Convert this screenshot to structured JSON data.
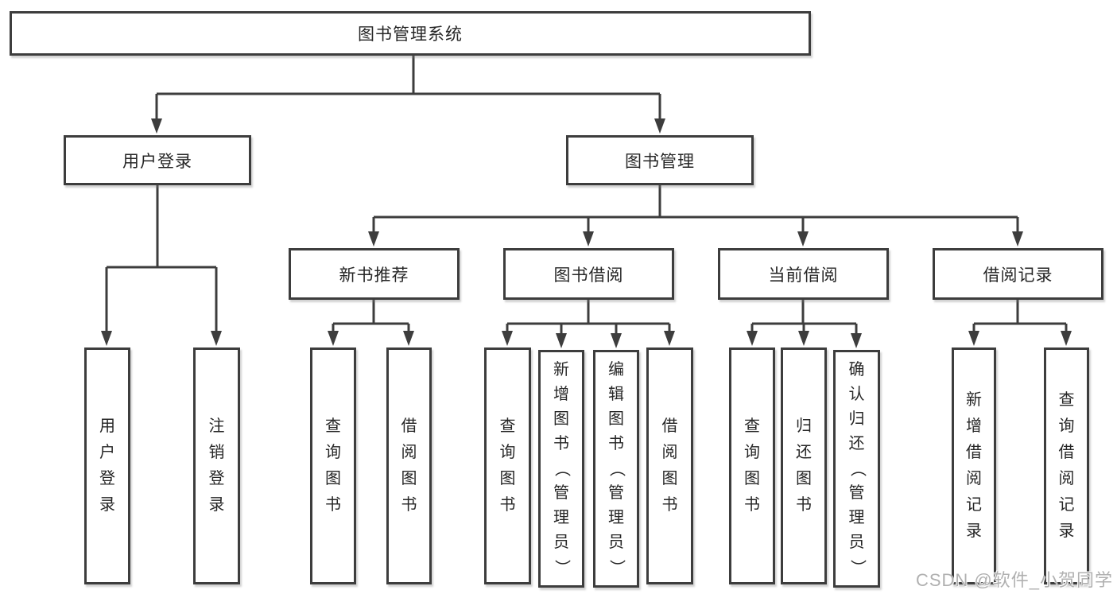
{
  "diagram": {
    "root": "图书管理系统",
    "branches": [
      {
        "label": "用户登录",
        "leaves": [
          "用户登录",
          "注销登录"
        ]
      },
      {
        "label": "图书管理",
        "groups": [
          {
            "label": "新书推荐",
            "leaves": [
              "查询图书",
              "借阅图书"
            ]
          },
          {
            "label": "图书借阅",
            "leaves": [
              "查询图书",
              "新增图书（管理员）",
              "编辑图书（管理员）",
              "借阅图书"
            ]
          },
          {
            "label": "当前借阅",
            "leaves": [
              "查询图书",
              "归还图书",
              "确认归还（管理员）"
            ]
          },
          {
            "label": "借阅记录",
            "leaves": [
              "新增借阅记录",
              "查询借阅记录"
            ]
          }
        ]
      }
    ]
  },
  "watermark": {
    "text": "CSDN @软件_小贺同学"
  },
  "colors": {
    "line": "#3d3d3d",
    "box_border": "#3d3d3d",
    "box_fill": "#ffffff",
    "text": "#262626",
    "watermark_text": "#b0b0b0",
    "background": "#ffffff"
  }
}
